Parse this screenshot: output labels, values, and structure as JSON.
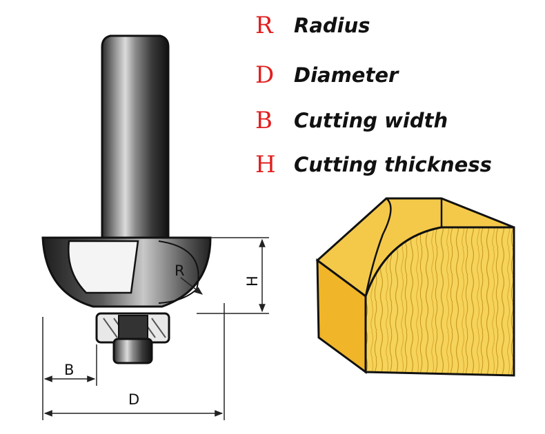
{
  "legend": [
    {
      "letter": "R",
      "term": "Radius"
    },
    {
      "letter": "D",
      "term": "Diameter"
    },
    {
      "letter": "B",
      "term": "Cutting width"
    },
    {
      "letter": "H",
      "term": "Cutting thickness"
    }
  ],
  "dimension_labels": {
    "radius": "R",
    "height": "H",
    "width": "B",
    "diameter": "D"
  },
  "colors": {
    "legend_letter": "#e21e1e",
    "legend_term": "#111111",
    "wood_front": "#f6d35a",
    "wood_side": "#f0b528",
    "wood_top": "#f4c94a"
  }
}
